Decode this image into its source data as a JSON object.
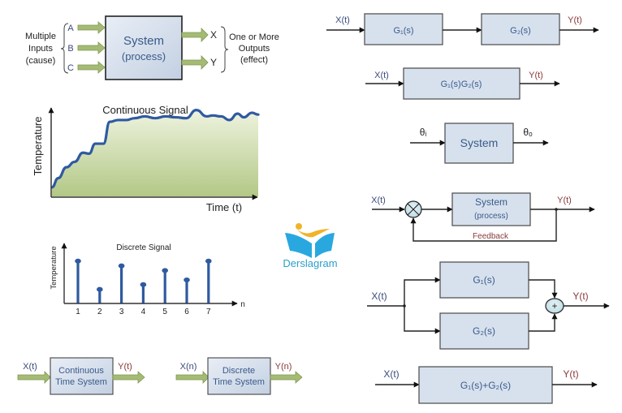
{
  "colors": {
    "box_fill": "#d7e1ee",
    "green_arrow": "#9db56a",
    "signal_line": "#2f5aa0",
    "signal_fill_top": "#e9efd8",
    "signal_fill_bottom": "#b7cc8a",
    "stem": "#2f5aa0",
    "output_label": "#8a3a3a",
    "logo_blue": "#29a8e0",
    "logo_gold": "#f0b429"
  },
  "mimo": {
    "inputs_label": [
      "Multiple",
      "Inputs",
      "(cause)"
    ],
    "inputs": [
      "A",
      "B",
      "C"
    ],
    "system_title": "System",
    "system_sub": "(process)",
    "outputs": [
      "X",
      "Y"
    ],
    "outputs_label": [
      "One or More",
      "Outputs",
      "(effect)"
    ]
  },
  "continuous_signal": {
    "title": "Continuous Signal",
    "ylabel": "Temperature",
    "xlabel": "Time (t)"
  },
  "chart_data": [
    {
      "type": "area",
      "title": "Continuous Signal",
      "xlabel": "Time (t)",
      "ylabel": "Temperature",
      "note": "qualitative curve, no numeric ticks; values normalized 0-1",
      "x": [
        0,
        0.03,
        0.07,
        0.11,
        0.15,
        0.18,
        0.21,
        0.25,
        0.28,
        0.32,
        0.36,
        0.4,
        0.45,
        0.5,
        0.55,
        0.6,
        0.65,
        0.7,
        0.75,
        0.78,
        0.82,
        0.86,
        0.9,
        0.93,
        0.97,
        1.0
      ],
      "y": [
        0.1,
        0.2,
        0.32,
        0.38,
        0.48,
        0.47,
        0.58,
        0.58,
        0.82,
        0.84,
        0.84,
        0.86,
        0.88,
        0.86,
        0.88,
        0.87,
        0.86,
        0.95,
        0.88,
        0.89,
        0.88,
        0.84,
        0.91,
        0.87,
        0.92,
        0.9
      ],
      "grid": false
    },
    {
      "type": "bar",
      "subtype": "stem",
      "title": "Discrete Signal",
      "xlabel": "n",
      "ylabel": "Temperature",
      "categories": [
        "1",
        "2",
        "3",
        "4",
        "5",
        "6",
        "7"
      ],
      "values": [
        0.9,
        0.3,
        0.8,
        0.4,
        0.7,
        0.5,
        0.9
      ],
      "ylim": [
        0,
        1
      ],
      "grid": false
    }
  ],
  "discrete_signal": {
    "title": "Discrete Signal",
    "ylabel": "Temperature",
    "xlabel": "n",
    "ticks": [
      "1",
      "2",
      "3",
      "4",
      "5",
      "6",
      "7"
    ]
  },
  "ct_system": {
    "input": "X(t)",
    "title1": "Continuous",
    "title2": "Time System",
    "output": "Y(t)"
  },
  "dt_system": {
    "input": "X(n)",
    "title1": "Discrete",
    "title2": "Time System",
    "output": "Y(n)"
  },
  "logo": {
    "text": "Derslagram"
  },
  "series": {
    "input": "X(t)",
    "block1": "G₁(s)",
    "block2": "G₂(s)",
    "output": "Y(t)"
  },
  "series_equiv": {
    "input": "X(t)",
    "block": "G₁(s)G₂(s)",
    "output": "Y(t)"
  },
  "simple": {
    "input": "θᵢ",
    "block": "System",
    "output": "θₒ"
  },
  "feedback": {
    "input": "X(t)",
    "block_title": "System",
    "block_sub": "(process)",
    "output": "Y(t)",
    "feedback_label": "Feedback"
  },
  "parallel": {
    "input": "X(t)",
    "block1": "G₁(s)",
    "block2": "G₂(s)",
    "sum": "+",
    "output": "Y(t)"
  },
  "parallel_equiv": {
    "input": "X(t)",
    "block": "G₁(s)+G₂(s)",
    "output": "Y(t)"
  }
}
